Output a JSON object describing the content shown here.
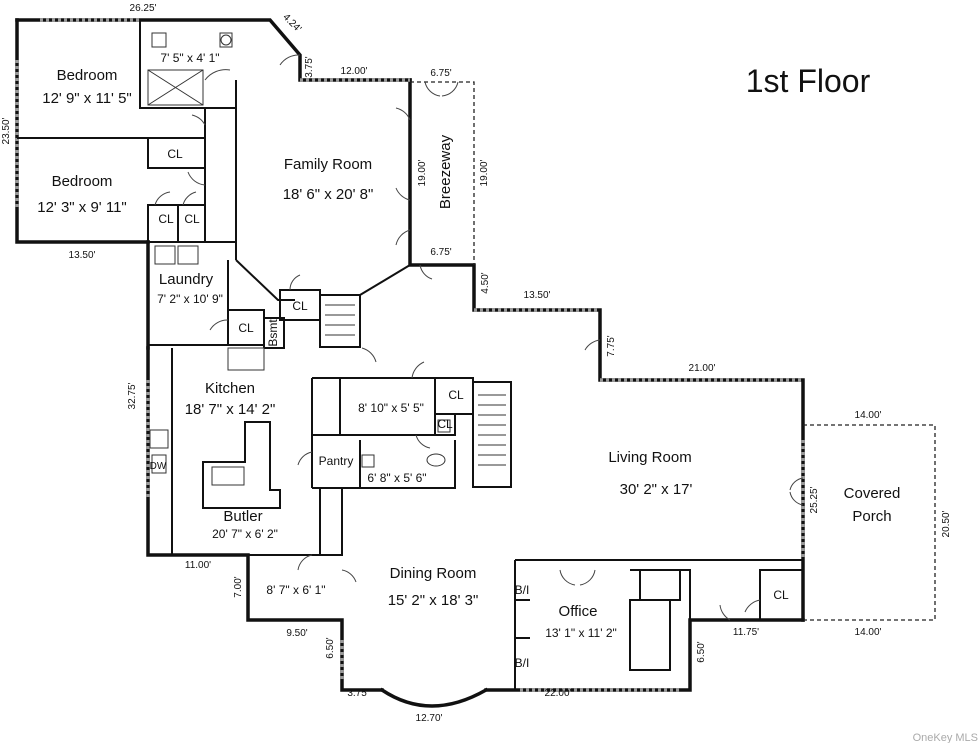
{
  "title": "1st Floor",
  "watermark": "OneKey MLS",
  "rooms": [
    {
      "id": "bedroom-1",
      "name": "Bedroom",
      "size": "12' 9\" x 11' 5\""
    },
    {
      "id": "bedroom-2",
      "name": "Bedroom",
      "size": "12' 3\" x 9' 11\""
    },
    {
      "id": "bath-1",
      "name": "",
      "size": "7' 5\" x 4' 1\""
    },
    {
      "id": "family-room",
      "name": "Family Room",
      "size": "18' 6\" x 20' 8\""
    },
    {
      "id": "breezeway",
      "name": "Breezeway",
      "size": ""
    },
    {
      "id": "laundry",
      "name": "Laundry",
      "size": "7' 2\" x 10' 9\""
    },
    {
      "id": "kitchen",
      "name": "Kitchen",
      "size": "18' 7\" x 14' 2\""
    },
    {
      "id": "butler",
      "name": "Butler",
      "size": "20' 7\" x 6' 2\""
    },
    {
      "id": "hall-storage",
      "name": "",
      "size": "8' 10\" x 5' 5\""
    },
    {
      "id": "pantry",
      "name": "Pantry",
      "size": ""
    },
    {
      "id": "powder-room",
      "name": "",
      "size": "6' 8\" x 5' 6\""
    },
    {
      "id": "living-room",
      "name": "Living Room",
      "size": "30' 2\" x 17'"
    },
    {
      "id": "covered-porch",
      "name": "Covered\nPorch",
      "size": ""
    },
    {
      "id": "mudroom",
      "name": "",
      "size": "8' 7\" x 6' 1\""
    },
    {
      "id": "dining-room",
      "name": "Dining Room",
      "size": "15' 2\" x 18' 3\""
    },
    {
      "id": "office",
      "name": "Office",
      "size": "13' 1\" x 11' 2\""
    }
  ],
  "labels": {
    "closet": "CL",
    "basement": "Bsmt",
    "built_in": "B/I",
    "dishwasher": "DW"
  },
  "measurements": [
    "26.25'",
    "4.24'",
    "3.75'",
    "12.00'",
    "6.75'",
    "23.50'",
    "19.00'",
    "19.00'",
    "13.50'",
    "6.75'",
    "4.50'",
    "13.50'",
    "7.75'",
    "21.00'",
    "32.75'",
    "14.00'",
    "25.25'",
    "20.50'",
    "14.00'",
    "11.00'",
    "7.00'",
    "9.50'",
    "6.50'",
    "3.75'",
    "12.70'",
    "22.00'",
    "6.50'",
    "11.75'"
  ]
}
